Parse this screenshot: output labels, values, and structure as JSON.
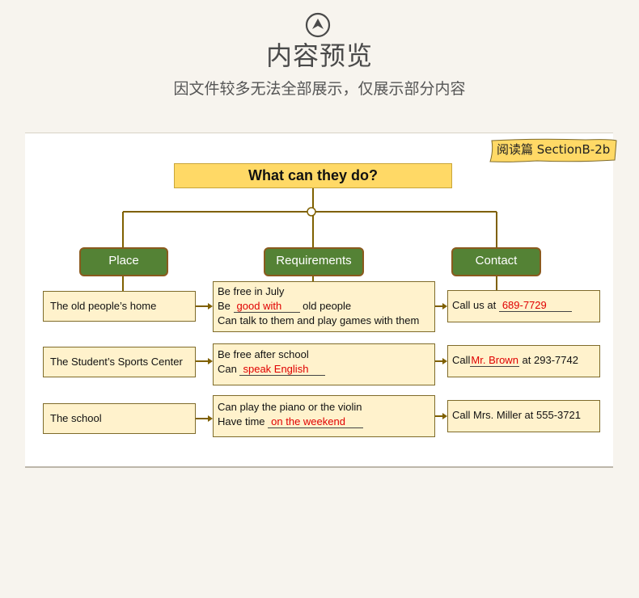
{
  "header": {
    "icon": "up-arrow-circle-icon",
    "title": "内容预览",
    "subtitle": "因文件较多无法全部展示，仅展示部分内容"
  },
  "slide": {
    "tag": "阅读篇 SectionB-2b",
    "title": "What can they do?",
    "columns": {
      "place": "Place",
      "requirements": "Requirements",
      "contact": "Contact"
    },
    "rows": [
      {
        "place": "The old people’s home",
        "req": [
          "Be free in July",
          "Be",
          "good with",
          "old people",
          "Can talk to them and play games with them"
        ],
        "contact": [
          "Call us at",
          "689-7729"
        ]
      },
      {
        "place": "The Student’s Sports Center",
        "req": [
          "Be free after school",
          "Can",
          "speak English"
        ],
        "contact": [
          "Call",
          "Mr. Brown",
          "at 293-7742"
        ]
      },
      {
        "place": "The school",
        "req": [
          "Can play the piano or the violin",
          "Have time",
          "on the weekend"
        ],
        "contact": [
          "Call Mrs. Miller at 555-3721"
        ]
      }
    ],
    "colors": {
      "header_green": "#548235",
      "title_yellow": "#ffd966",
      "cell_fill": "#fff2cc",
      "connector": "#7f6000",
      "answer_red": "#e00000"
    }
  }
}
